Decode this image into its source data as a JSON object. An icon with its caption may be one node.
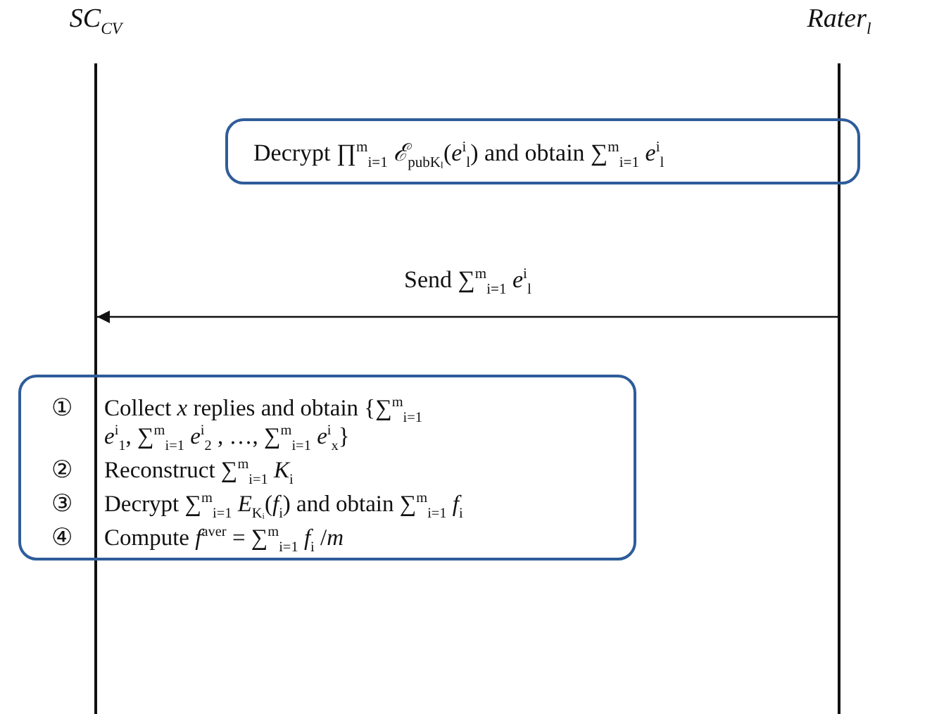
{
  "diagram": {
    "nodes": [
      {
        "text": [
          "SC$_{CV}$"
        ]
      },
      {
        "text": [
          "Rater$_{l}$"
        ]
      },
      {
        "text": [
          "Decrypt ∏$^{m}$$_{i=1}$ *ℰ*$_{pubKₗ}$(*e*$^{i}$$_{l}$) and obtain ∑$^{m}$$_{i=1}$ *e*$^{i}$$_{l}$"
        ]
      },
      {
        "text": [
          "①",
          "Collect *x* replies and obtain {∑$^{m}$$_{i=1}$ *e*$^{i}$$_{1}$, ∑$^{m}$$_{i=1}$ *e*$^{i}$$_{2}$ , …, ∑$^{m}$$_{i=1}$ *e*$^{i}$$_{x}$}",
          "②",
          "Reconstruct ∑$^{m}$$_{i=1}$ *K*$_{i}$",
          "③",
          "Decrypt ∑$^{m}$$_{i=1}$ *E*$_{Kᵢ}$(*f*$_{i}$) and obtain ∑$^{m}$$_{i=1}$ *f*$_{i}$",
          "④",
          "Compute *f*$^{aver}$ = ∑$^{m}$$_{i=1}$ *f*$_{i}$ /*m*"
        ]
      }
    ],
    "edges": [
      {
        "from": 1,
        "to": 0,
        "arrow": "to",
        "label": "Send ∑$^{m}$$_{i=1}$ *e*$^{i}$$_{l}$"
      }
    ]
  }
}
